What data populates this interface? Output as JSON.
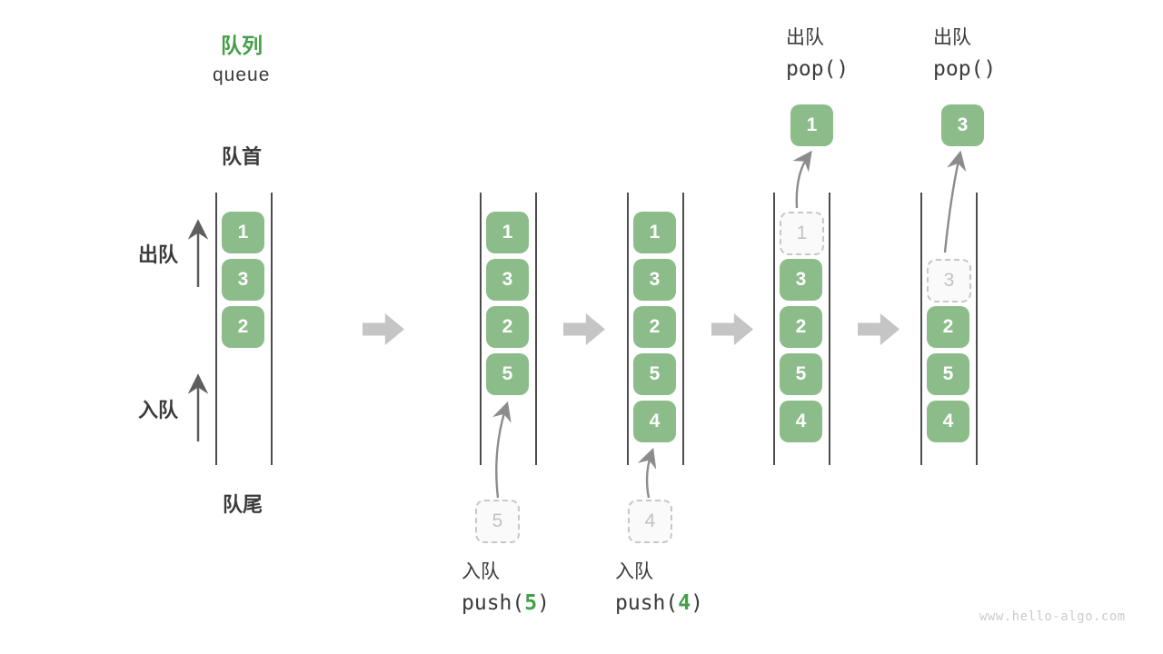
{
  "title": {
    "zh": "队列",
    "en": "queue"
  },
  "side_labels": {
    "front": "队首",
    "rear": "队尾",
    "dequeue": "出队",
    "enqueue": "入队"
  },
  "watermark": "www.hello-algo.com",
  "colors": {
    "accent_green": "#43A047",
    "box_green": "#8CBC8A",
    "box_text": "#FFFFFF",
    "dashed_border": "#C8C8C8",
    "dashed_fill": "#FAFAFA",
    "dashed_text": "#C2C2C2",
    "text_dark": "#3B3B3B",
    "arrow_gray": "#8C8C8C",
    "block_arrow_gray": "#C5C5C5",
    "channel_line": "#4D4D4D",
    "watermark_gray": "#CBCBCB"
  },
  "columns": [
    {
      "cells": [
        {
          "slot": 1,
          "value": "1",
          "type": "solid"
        },
        {
          "slot": 2,
          "value": "3",
          "type": "solid"
        },
        {
          "slot": 3,
          "value": "2",
          "type": "solid"
        }
      ]
    },
    {
      "cells": [
        {
          "slot": 1,
          "value": "1",
          "type": "solid"
        },
        {
          "slot": 2,
          "value": "3",
          "type": "solid"
        },
        {
          "slot": 3,
          "value": "2",
          "type": "solid"
        },
        {
          "slot": 4,
          "value": "5",
          "type": "solid"
        }
      ],
      "pending": {
        "value": "5"
      },
      "op": {
        "action": "入队",
        "fn_open": "push(",
        "arg": "5",
        "fn_close": ")"
      }
    },
    {
      "cells": [
        {
          "slot": 1,
          "value": "1",
          "type": "solid"
        },
        {
          "slot": 2,
          "value": "3",
          "type": "solid"
        },
        {
          "slot": 3,
          "value": "2",
          "type": "solid"
        },
        {
          "slot": 4,
          "value": "5",
          "type": "solid"
        },
        {
          "slot": 5,
          "value": "4",
          "type": "solid"
        }
      ],
      "pending": {
        "value": "4"
      },
      "op": {
        "action": "入队",
        "fn_open": "push(",
        "arg": "4",
        "fn_close": ")"
      }
    },
    {
      "cells": [
        {
          "slot": 1,
          "value": "1",
          "type": "dashed"
        },
        {
          "slot": 2,
          "value": "3",
          "type": "solid"
        },
        {
          "slot": 3,
          "value": "2",
          "type": "solid"
        },
        {
          "slot": 4,
          "value": "5",
          "type": "solid"
        },
        {
          "slot": 5,
          "value": "4",
          "type": "solid"
        }
      ],
      "popped": {
        "value": "1"
      },
      "op_top": {
        "action": "出队",
        "fn": "pop()"
      }
    },
    {
      "cells": [
        {
          "slot": 2,
          "value": "3",
          "type": "dashed"
        },
        {
          "slot": 3,
          "value": "2",
          "type": "solid"
        },
        {
          "slot": 4,
          "value": "5",
          "type": "solid"
        },
        {
          "slot": 5,
          "value": "4",
          "type": "solid"
        }
      ],
      "popped": {
        "value": "3"
      },
      "op_top": {
        "action": "出队",
        "fn": "pop()"
      }
    }
  ]
}
